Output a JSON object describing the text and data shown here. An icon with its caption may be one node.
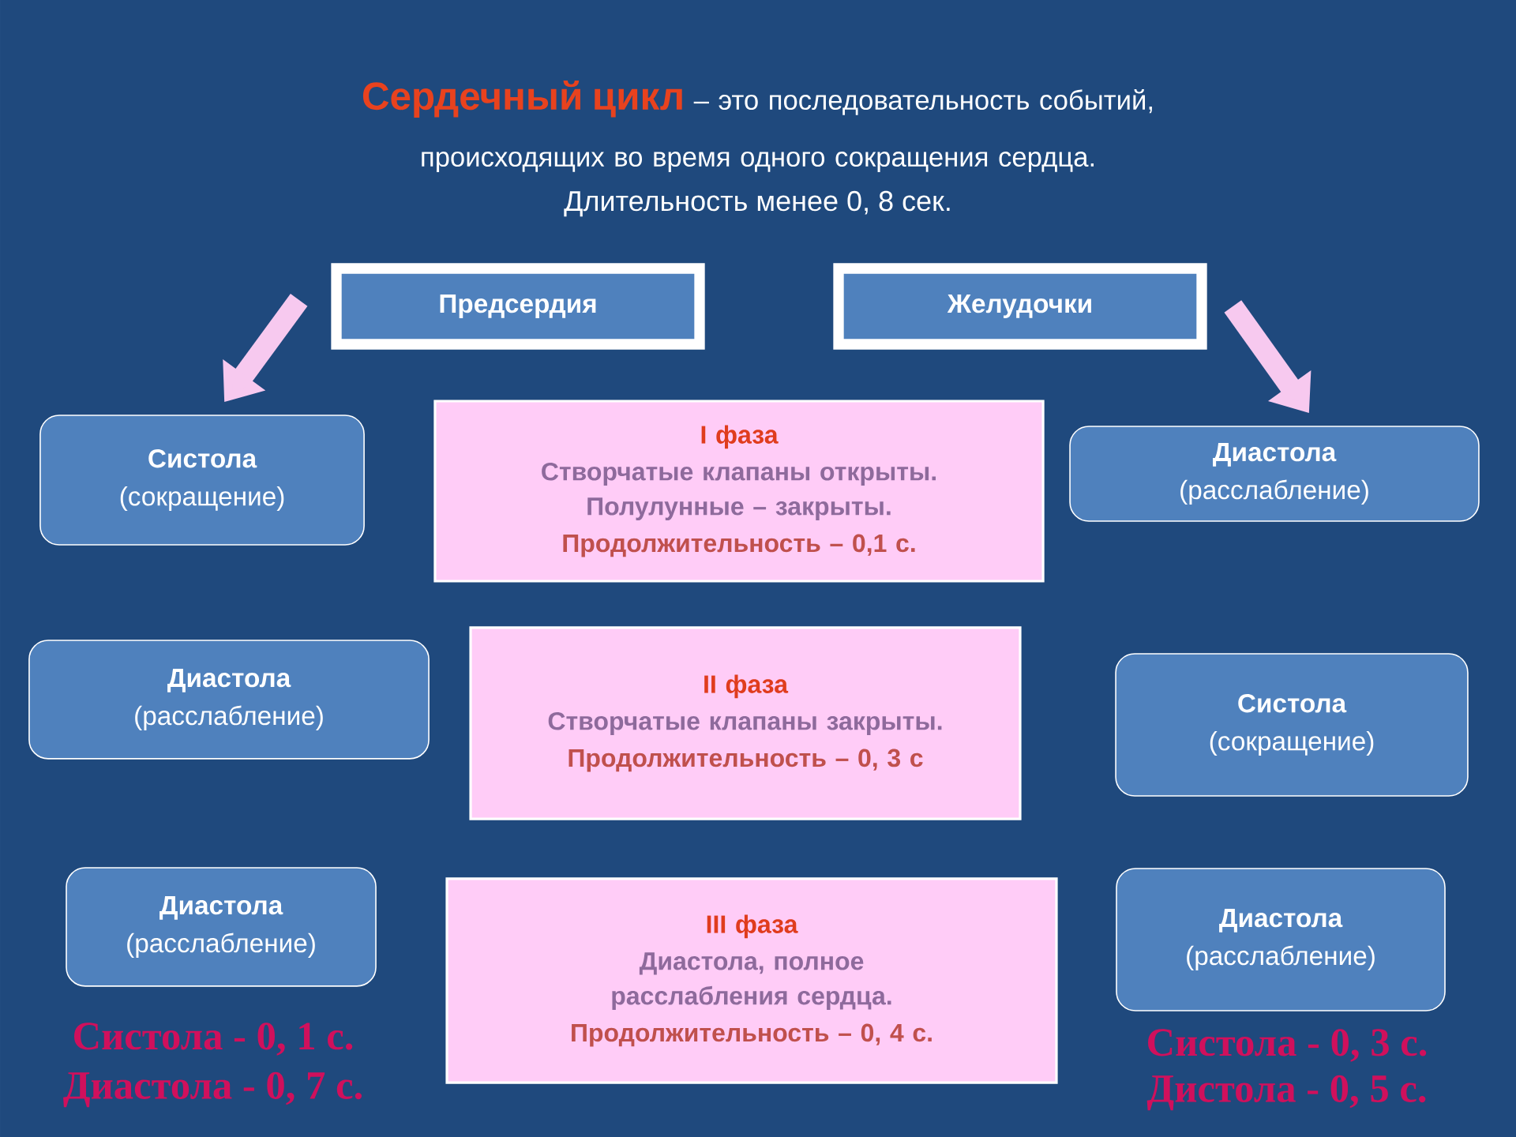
{
  "diagram": {
    "title": "Сердечный цикл",
    "nodes": [
      {
        "text": [
          "Предсердия"
        ]
      },
      {
        "text": [
          "Желудочки"
        ]
      },
      {
        "text": [
          "Систола",
          "(сокращение)"
        ]
      },
      {
        "text": [
          "I фаза",
          "Створчатые клапаны открыты. Полулунные – закрыты.",
          "Продолжительность – 0,1 с."
        ]
      },
      {
        "text": [
          "Диастола",
          "(расслабление)"
        ]
      },
      {
        "text": [
          "Диастола",
          "(расслабление)"
        ]
      },
      {
        "text": [
          "II фаза",
          "Створчатые клапаны закрыты.",
          "Продолжительность – 0, 3 с"
        ]
      },
      {
        "text": [
          "Систола",
          "(сокращение)"
        ]
      },
      {
        "text": [
          "Диастола",
          "(расслабление)"
        ]
      },
      {
        "text": [
          "III фаза",
          "Диастола, полное расслабления сердца.",
          "Продолжительность – 0, 4 с."
        ]
      },
      {
        "text": [
          "Диастола",
          "(расслабление)"
        ]
      }
    ],
    "edges": [
      {
        "from": 0,
        "to": 2,
        "arrow": "to"
      },
      {
        "from": 1,
        "to": 4,
        "arrow": "to"
      }
    ],
    "labels": [
      "– это последовательность событий, происходящих во время одного сокращения сердца.",
      "Длительность менее 0, 8 сек.",
      "Систола - 0, 1 с.",
      "Диастола - 0, 7 с.",
      "Систола - 0, 3 с.",
      "Дистола - 0, 5 с."
    ]
  }
}
